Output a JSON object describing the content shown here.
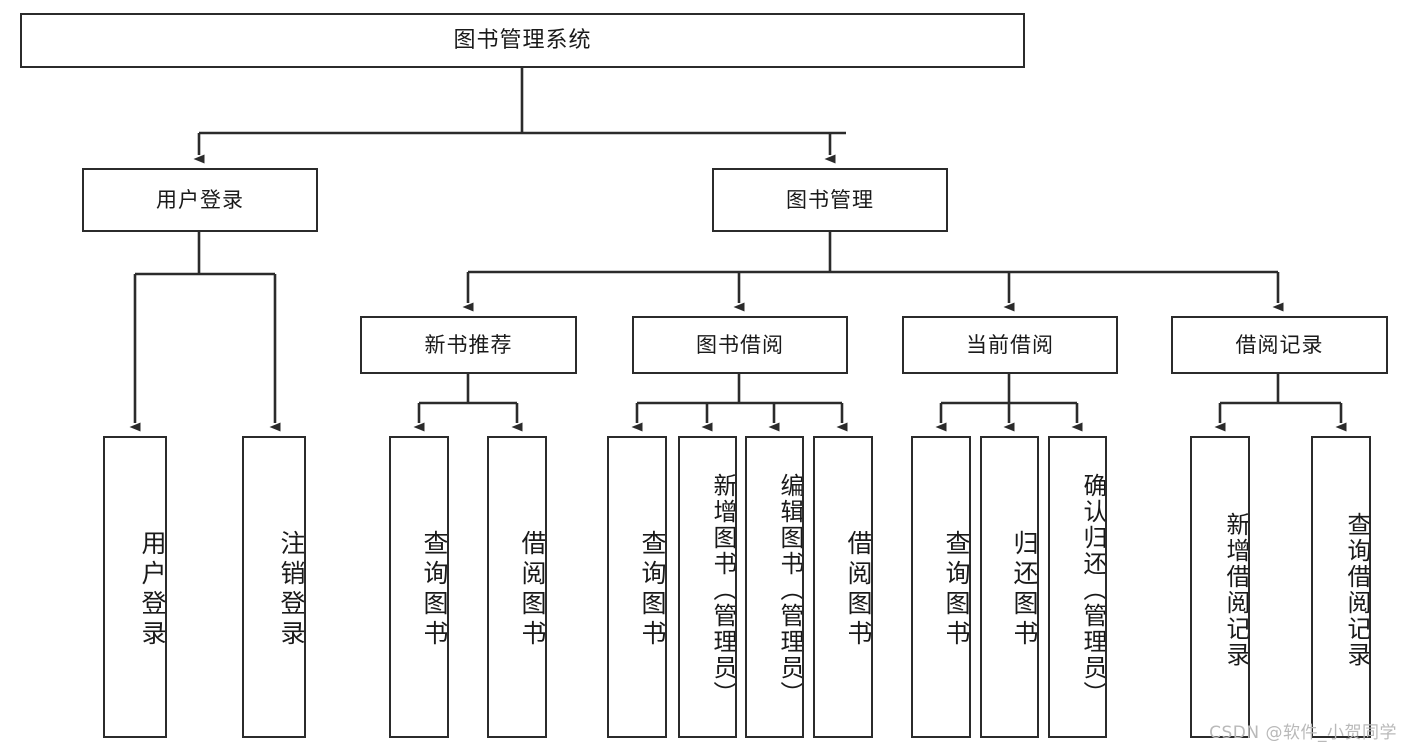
{
  "diagram": {
    "title": "图书管理系统",
    "type": "tree-hierarchy-chart",
    "colors": {
      "box_border": "#2b2b2b",
      "box_fill": "#ffffff",
      "edge": "#2b2b2b",
      "text": "#1a1a1a",
      "watermark": "#b9b9b9",
      "background": "#ffffff"
    },
    "watermark": "CSDN @软件_小贺同学",
    "nodes": {
      "root": {
        "label": "图书管理系统"
      },
      "level2": [
        {
          "id": "user-login",
          "label": "用户登录"
        },
        {
          "id": "book-management",
          "label": "图书管理"
        }
      ],
      "level3": [
        {
          "id": "new-book-recommend",
          "label": "新书推荐"
        },
        {
          "id": "book-borrow",
          "label": "图书借阅"
        },
        {
          "id": "current-borrow",
          "label": "当前借阅"
        },
        {
          "id": "borrow-record",
          "label": "借阅记录"
        }
      ],
      "leaves": {
        "user-login": [
          {
            "id": "leaf-user-login",
            "label": "用户登录"
          },
          {
            "id": "leaf-logout-login",
            "label": "注销登录"
          }
        ],
        "new-book-recommend": [
          {
            "id": "leaf-query-book-1",
            "label": "查询图书"
          },
          {
            "id": "leaf-borrow-book-1",
            "label": "借阅图书"
          }
        ],
        "book-borrow": [
          {
            "id": "leaf-query-book-2",
            "label": "查询图书"
          },
          {
            "id": "leaf-add-book",
            "label": "新增图书（管理员）"
          },
          {
            "id": "leaf-edit-book",
            "label": "编辑图书（管理员）"
          },
          {
            "id": "leaf-borrow-book-2",
            "label": "借阅图书"
          }
        ],
        "current-borrow": [
          {
            "id": "leaf-query-book-3",
            "label": "查询图书"
          },
          {
            "id": "leaf-return-book",
            "label": "归还图书"
          },
          {
            "id": "leaf-confirm-return",
            "label": "确认归还（管理员）"
          }
        ],
        "borrow-record": [
          {
            "id": "leaf-add-record",
            "label": "新增借阅记录"
          },
          {
            "id": "leaf-query-record",
            "label": "查询借阅记录"
          }
        ]
      }
    }
  }
}
